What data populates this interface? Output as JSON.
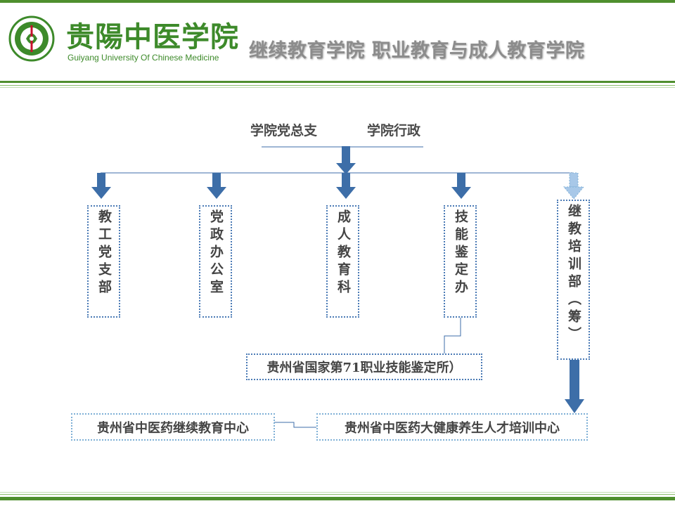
{
  "header": {
    "logo_cn": "贵陽中医学院",
    "logo_en": "Guiyang University Of Chinese Medicine",
    "title": "继续教育学院  职业教育与成人教育学院"
  },
  "org": {
    "top_left": "学院党总支",
    "top_right": "学院行政",
    "departments": [
      {
        "label": "教工党支部"
      },
      {
        "label": "党政办公室"
      },
      {
        "label": "成人教育科"
      },
      {
        "label": "技能鉴定办"
      },
      {
        "label": "继教培训部（筹）"
      }
    ],
    "skill_institute": "贵州省国家第71职业技能鉴定所）",
    "center_left": "贵州省中医药继续教育中心",
    "center_right": "贵州省中医药大健康养生人才培训中心"
  },
  "colors": {
    "accent_green": "#4f8f2e",
    "arrow_blue": "#3d6ea8",
    "arrow_light": "#a8c8e8",
    "box_border_dark": "#4a7ab5",
    "box_border_light": "#7fb0d6"
  }
}
